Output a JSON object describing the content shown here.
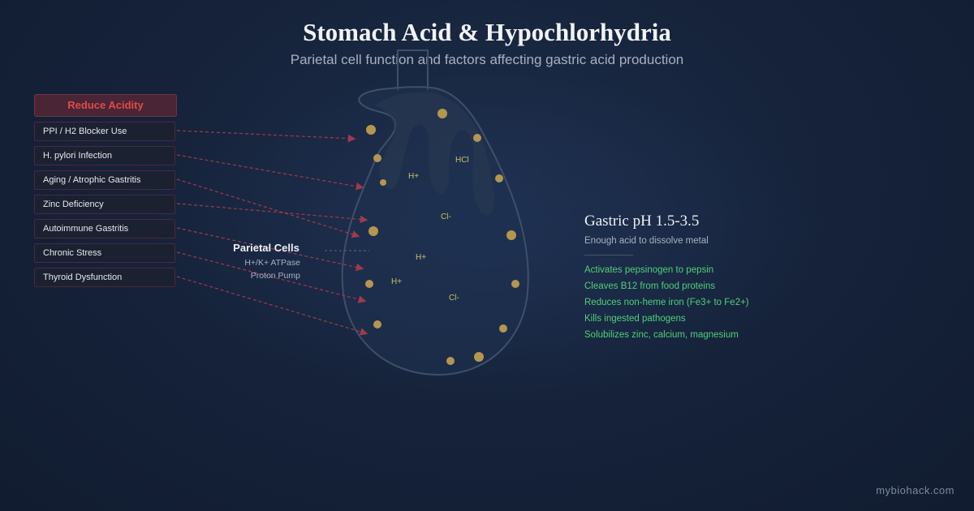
{
  "header": {
    "title": "Stomach Acid & Hypochlorhydria",
    "subtitle": "Parietal cell function and factors affecting gastric acid production"
  },
  "factors_panel": {
    "header": "Reduce Acidity",
    "items": [
      {
        "label": "PPI / H2 Blocker Use"
      },
      {
        "label": "H. pylori Infection"
      },
      {
        "label": "Aging / Atrophic Gastritis"
      },
      {
        "label": "Zinc Deficiency"
      },
      {
        "label": "Autoimmune Gastritis"
      },
      {
        "label": "Chronic Stress"
      },
      {
        "label": "Thyroid Dysfunction"
      }
    ]
  },
  "stomach": {
    "cells_label": "Parietal Cells",
    "cells_sub1": "H+/K+ ATPase",
    "cells_sub2": "Proton Pump",
    "ions": [
      "HCl",
      "H+",
      "Cl-",
      "H+",
      "H+",
      "Cl-"
    ]
  },
  "ph_panel": {
    "title": "Gastric pH 1.5-3.5",
    "subtitle": "Enough acid to dissolve metal",
    "benefits": [
      "Activates pepsinogen to pepsin",
      "Cleaves B12 from food proteins",
      "Reduces non-heme iron (Fe3+ to Fe2+)",
      "Kills ingested pathogens",
      "Solubilizes zinc, calcium, magnesium"
    ]
  },
  "footer": {
    "brand": "mybiohack.com"
  },
  "colors": {
    "background": "#16233b",
    "stomach_outline": "#3e5068",
    "dot": "#b5964f",
    "ion_text": "#c8c062",
    "arrow": "#a03a4a",
    "warning_red": "#e04a4a",
    "benefit_green": "#4fd07a"
  }
}
